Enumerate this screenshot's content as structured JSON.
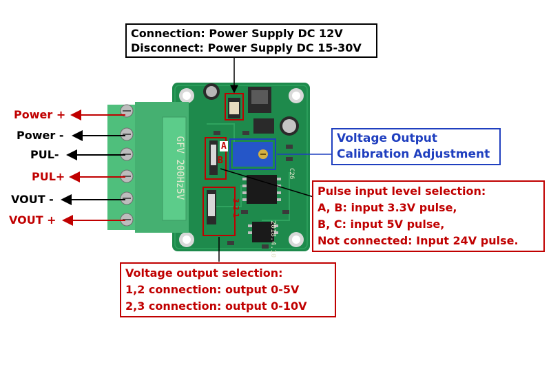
{
  "colors": {
    "red": "#c00000",
    "black": "#000000",
    "blue": "#1f3fbf",
    "pcb": "#1e8a4c",
    "terminal": "#4fbf7c"
  },
  "pins": [
    {
      "label": "Power +",
      "color": "red"
    },
    {
      "label": "Power -",
      "color": "black"
    },
    {
      "label": "PUL-",
      "color": "black"
    },
    {
      "label": "PUL+",
      "color": "red"
    },
    {
      "label": "VOUT -",
      "color": "black"
    },
    {
      "label": "VOUT +",
      "color": "red"
    }
  ],
  "callouts": {
    "power": {
      "line1": "Connection: Power Supply DC 12V",
      "line2": "Disconnect: Power Supply DC 15-30V"
    },
    "calibration": {
      "line1": "Voltage Output",
      "line2": "Calibration Adjustment"
    },
    "pulse": {
      "line1": "Pulse input level selection:",
      "line2": "A, B: input 3.3V pulse,",
      "line3": "B, C: input 5V pulse,",
      "line4": "Not connected: Input 24V pulse."
    },
    "voltage": {
      "line1": "Voltage output selection:",
      "line2": "1,2 connection: output 0-5V",
      "line3": "2,3 connection: output 0-10V"
    }
  },
  "board_text": {
    "model": "GFV 200Hz5V",
    "jumper_a": "A",
    "jumper_b": "B",
    "date": "2018.4.10",
    "cap_code": "C26",
    "jp_numbers": "321"
  },
  "icons": [
    "arrow-left-icon",
    "screw-terminal-icon",
    "potentiometer-icon",
    "jumper-icon"
  ]
}
